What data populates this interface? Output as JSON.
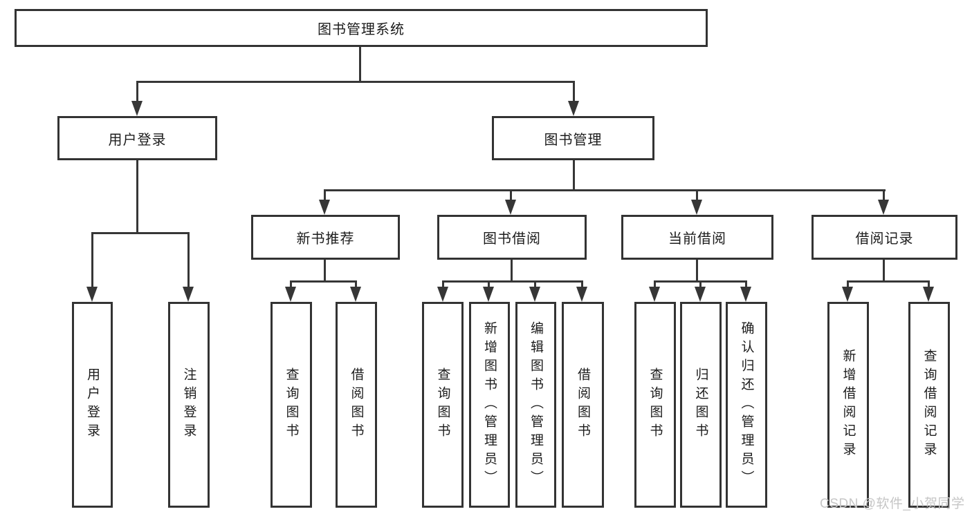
{
  "diagram": {
    "root": {
      "label": "图书管理系统"
    },
    "branches": [
      {
        "label": "用户登录",
        "children": [
          {
            "label": "用户登录"
          },
          {
            "label": "注销登录"
          }
        ]
      },
      {
        "label": "图书管理",
        "children": [
          {
            "label": "新书推荐",
            "children": [
              {
                "label": "查询图书"
              },
              {
                "label": "借阅图书"
              }
            ]
          },
          {
            "label": "图书借阅",
            "children": [
              {
                "label": "查询图书"
              },
              {
                "label": "新增图书（管理员）"
              },
              {
                "label": "编辑图书（管理员）"
              },
              {
                "label": "借阅图书"
              }
            ]
          },
          {
            "label": "当前借阅",
            "children": [
              {
                "label": "查询图书"
              },
              {
                "label": "归还图书"
              },
              {
                "label": "确认归还（管理员）"
              }
            ]
          },
          {
            "label": "借阅记录",
            "children": [
              {
                "label": "新增借阅记录"
              },
              {
                "label": "查询借阅记录"
              }
            ]
          }
        ]
      }
    ],
    "watermark": "CSDN @软件_小贺同学",
    "colors": {
      "line": "#363636",
      "text": "#1c1c1c",
      "watermark": "#c6c6c6",
      "background": "#ffffff"
    }
  }
}
